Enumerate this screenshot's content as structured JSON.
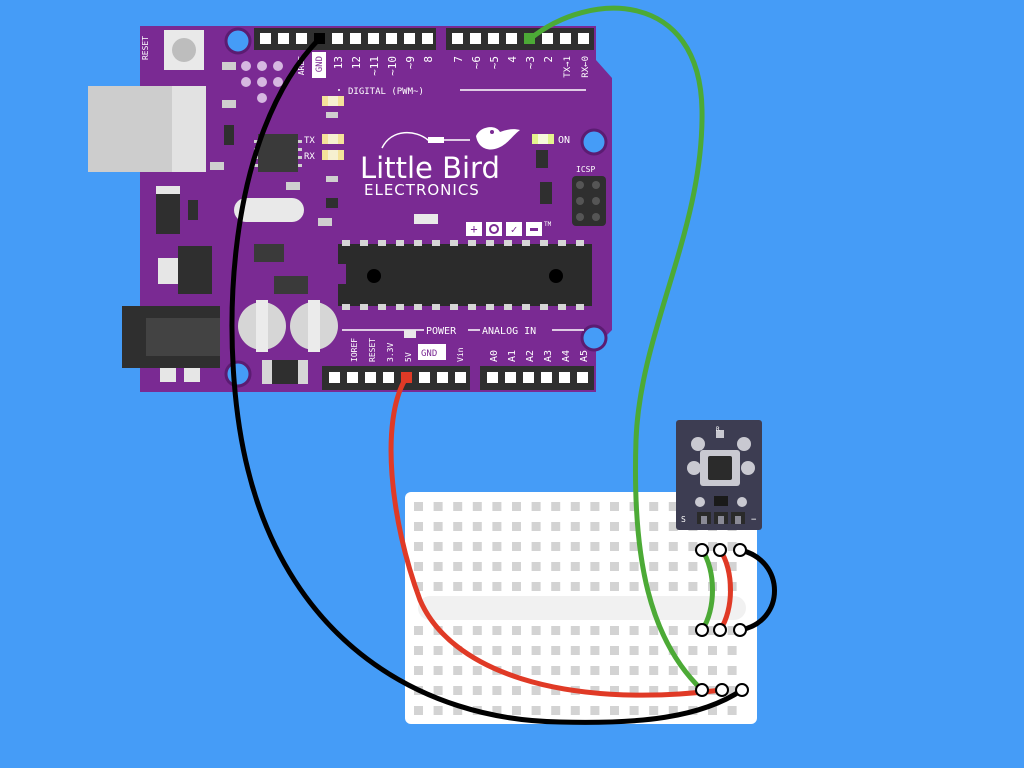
{
  "colors": {
    "background": "#459cf7",
    "board": "#7a2a93",
    "board_light": "#8e3ca8",
    "wire_ground": "#000000",
    "wire_power": "#e03a26",
    "wire_signal": "#4caa36",
    "breadboard": "#ffffff",
    "module": "#3d3d52"
  },
  "board": {
    "brand_line1": "Little Bird",
    "brand_line2": "ELECTRONICS",
    "reset_label": "RESET",
    "digital_label": "DIGITAL  (PWM~)",
    "power_label": "POWER",
    "analog_label": "ANALOG IN",
    "icsp_label": "ICSP",
    "on_label": "ON",
    "tx_label": "TX",
    "rx_label": "RX",
    "tm_label": "TM",
    "top_pins": [
      "AREF",
      "GND",
      "13",
      "12",
      "~11",
      "~10",
      "~9",
      "8",
      "7",
      "~6",
      "~5",
      "4",
      "~3",
      "2",
      "TX→1",
      "RX←0"
    ],
    "bottom_pins": [
      "IOREF",
      "RESET",
      "3.3V",
      "5V",
      "GND",
      "Vin",
      "A0",
      "A1",
      "A2",
      "A3",
      "A4",
      "A5"
    ]
  },
  "module": {
    "label_s": "S",
    "label_minus": "−",
    "label_r": "R"
  }
}
